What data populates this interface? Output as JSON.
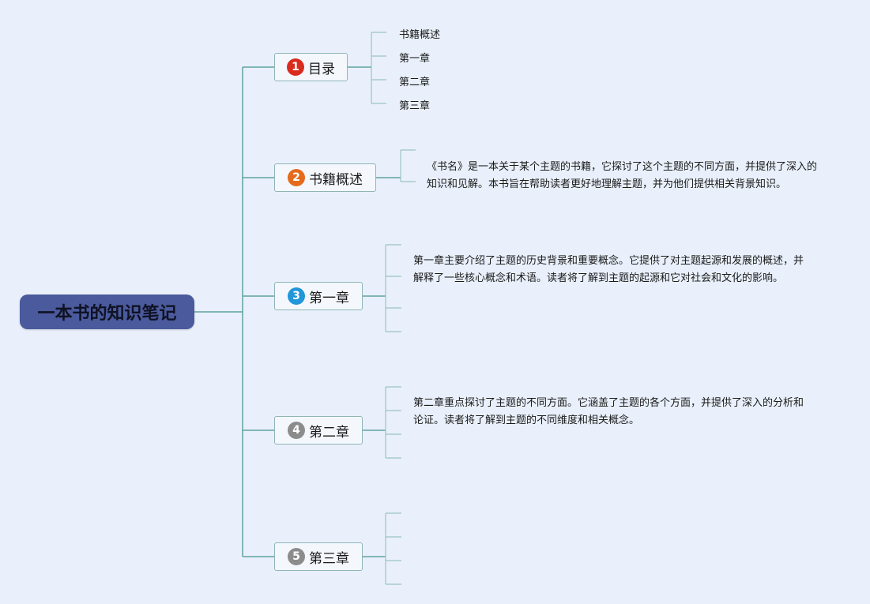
{
  "root": {
    "title": "一本书的知识笔记"
  },
  "branches": [
    {
      "number": "1",
      "label": "目录",
      "badge_color": "#d92c1f"
    },
    {
      "number": "2",
      "label": "书籍概述",
      "badge_color": "#e56b1c"
    },
    {
      "number": "3",
      "label": "第一章",
      "badge_color": "#2196d8"
    },
    {
      "number": "4",
      "label": "第二章",
      "badge_color": "#8c8c8c"
    },
    {
      "number": "5",
      "label": "第三章",
      "badge_color": "#8c8c8c"
    }
  ],
  "toc": [
    "书籍概述",
    "第一章",
    "第二章",
    "第三章"
  ],
  "summaries": {
    "overview": "《书名》是一本关于某个主题的书籍，它探讨了这个主题的不同方面，并提供了深入的知识和见解。本书旨在帮助读者更好地理解主题，并为他们提供相关背景知识。",
    "chapter1": "第一章主要介绍了主题的历史背景和重要概念。它提供了对主题起源和发展的概述，并解释了一些核心概念和术语。读者将了解到主题的起源和它对社会和文化的影响。",
    "chapter2": "第二章重点探讨了主题的不同方面。它涵盖了主题的各个方面，并提供了深入的分析和论证。读者将了解到主题的不同维度和相关概念。"
  },
  "colors": {
    "background": "#e9f0fb",
    "root_fill": "#4a5a9c",
    "line": "#5fa3a0",
    "branch_border": "#8fb5b7"
  }
}
